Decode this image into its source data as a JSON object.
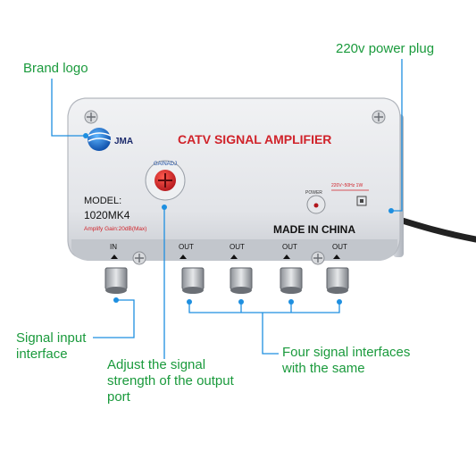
{
  "callouts": {
    "brand_logo": "Brand logo",
    "power_plug": "220v power plug",
    "signal_input": "Signal input\ninterface",
    "adjust_signal": "Adjust the signal\nstrength of the output\nport",
    "four_interfaces": "Four signal interfaces\nwith the same"
  },
  "device": {
    "brand": "JMA",
    "title": "CATV SIGNAL AMPLIFIER",
    "model_label": "MODEL:",
    "model_number": "1020MK4",
    "gain_text": "Amplify Gain:20dB(Max)",
    "knob_brand": "GAINADJ",
    "power_rating": "220V~50Hz 1W",
    "power_label": "POWER",
    "made_in": "MADE IN CHINA",
    "port_in": "IN",
    "port_out": [
      "OUT",
      "OUT",
      "OUT",
      "OUT"
    ]
  },
  "colors": {
    "callout_text": "#1a9a3c",
    "leader_line": "#1e8fe0",
    "device_body": "#e4e6ea",
    "accent_red": "#d0232a"
  }
}
